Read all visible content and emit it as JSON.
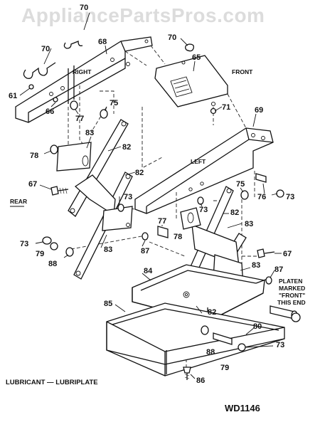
{
  "watermark": "AppliancePartsPros.com",
  "labels": {
    "right": "RIGHT",
    "front": "FRONT",
    "left": "LEFT",
    "rear": "REAR",
    "platen_1": "PLATEN",
    "platen_2": "MARKED",
    "platen_3": "\"FRONT\"",
    "platen_4": "THIS END"
  },
  "callouts": {
    "c70a": "70",
    "c70b": "70",
    "c70c": "70",
    "c68": "68",
    "c65": "65",
    "c61": "61",
    "c66": "66",
    "c77a": "77",
    "c75a": "75",
    "c71": "71",
    "c69": "69",
    "c83a": "83",
    "c78a": "78",
    "c82a": "82",
    "c82b": "82",
    "c67a": "67",
    "c76": "76",
    "c75b": "75",
    "c73a": "73",
    "c73b": "73",
    "c73c": "73",
    "c73d": "73",
    "c73e": "73",
    "c82c": "82",
    "c77b": "77",
    "c78b": "78",
    "c83b": "83",
    "c83c": "83",
    "c87a": "87",
    "c87b": "87",
    "c79a": "79",
    "c79b": "79",
    "c88a": "88",
    "c88b": "88",
    "c67b": "67",
    "c84": "84",
    "c83d": "83",
    "c85": "85",
    "c82d": "82",
    "c80": "80",
    "c86": "86"
  },
  "notes": {
    "lubricant": "LUBRICANT — LUBRIPLATE",
    "code": "WD1146"
  }
}
